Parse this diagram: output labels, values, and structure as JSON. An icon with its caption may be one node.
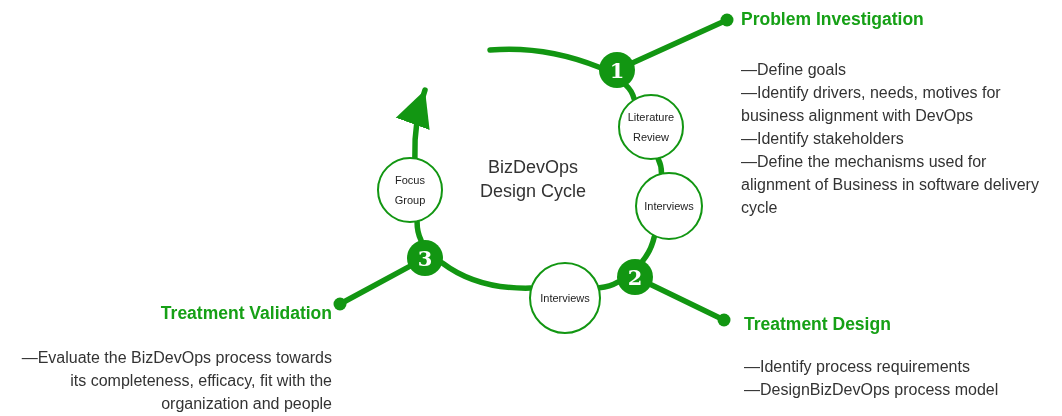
{
  "diagram": {
    "nodes": [
      {
        "text": [
          "1"
        ]
      },
      {
        "text": [
          "Problem Investigation",
          "—Define goals",
          "—Identify drivers, needs, motives for business alignment with DevOps",
          "—Identify stakeholders",
          "—Define the mechanisms used for alignment of Business in software delivery cycle"
        ]
      },
      {
        "text": [
          "Literature Review"
        ]
      },
      {
        "text": [
          "Interviews"
        ]
      },
      {
        "text": [
          "2"
        ]
      },
      {
        "text": [
          "Treatment Design",
          "—Identify process requirements",
          "—DesignBizDevOps process model"
        ]
      },
      {
        "text": [
          "Interviews"
        ]
      },
      {
        "text": [
          "3"
        ]
      },
      {
        "text": [
          "Focus Group"
        ]
      },
      {
        "text": [
          "Treatment Validation",
          "—Evaluate the BizDevOps process towards its completeness, efficacy, fit with the organization and people"
        ]
      }
    ],
    "edges": [
      {
        "from": null,
        "to": 0,
        "arrow": "none"
      },
      {
        "from": 0,
        "to": 1,
        "arrow": "other"
      },
      {
        "from": 0,
        "to": 2,
        "arrow": "none"
      },
      {
        "from": 2,
        "to": 3,
        "arrow": "none"
      },
      {
        "from": 3,
        "to": 4,
        "arrow": "none"
      },
      {
        "from": 4,
        "to": 5,
        "arrow": "other"
      },
      {
        "from": 4,
        "to": 6,
        "arrow": "none"
      },
      {
        "from": 6,
        "to": 7,
        "arrow": "none"
      },
      {
        "from": 7,
        "to": 9,
        "arrow": "other"
      },
      {
        "from": 7,
        "to": 8,
        "arrow": "none"
      },
      {
        "from": 8,
        "to": null,
        "arrow": "to"
      }
    ],
    "labels": [
      "BizDevOps Design Cycle"
    ]
  }
}
